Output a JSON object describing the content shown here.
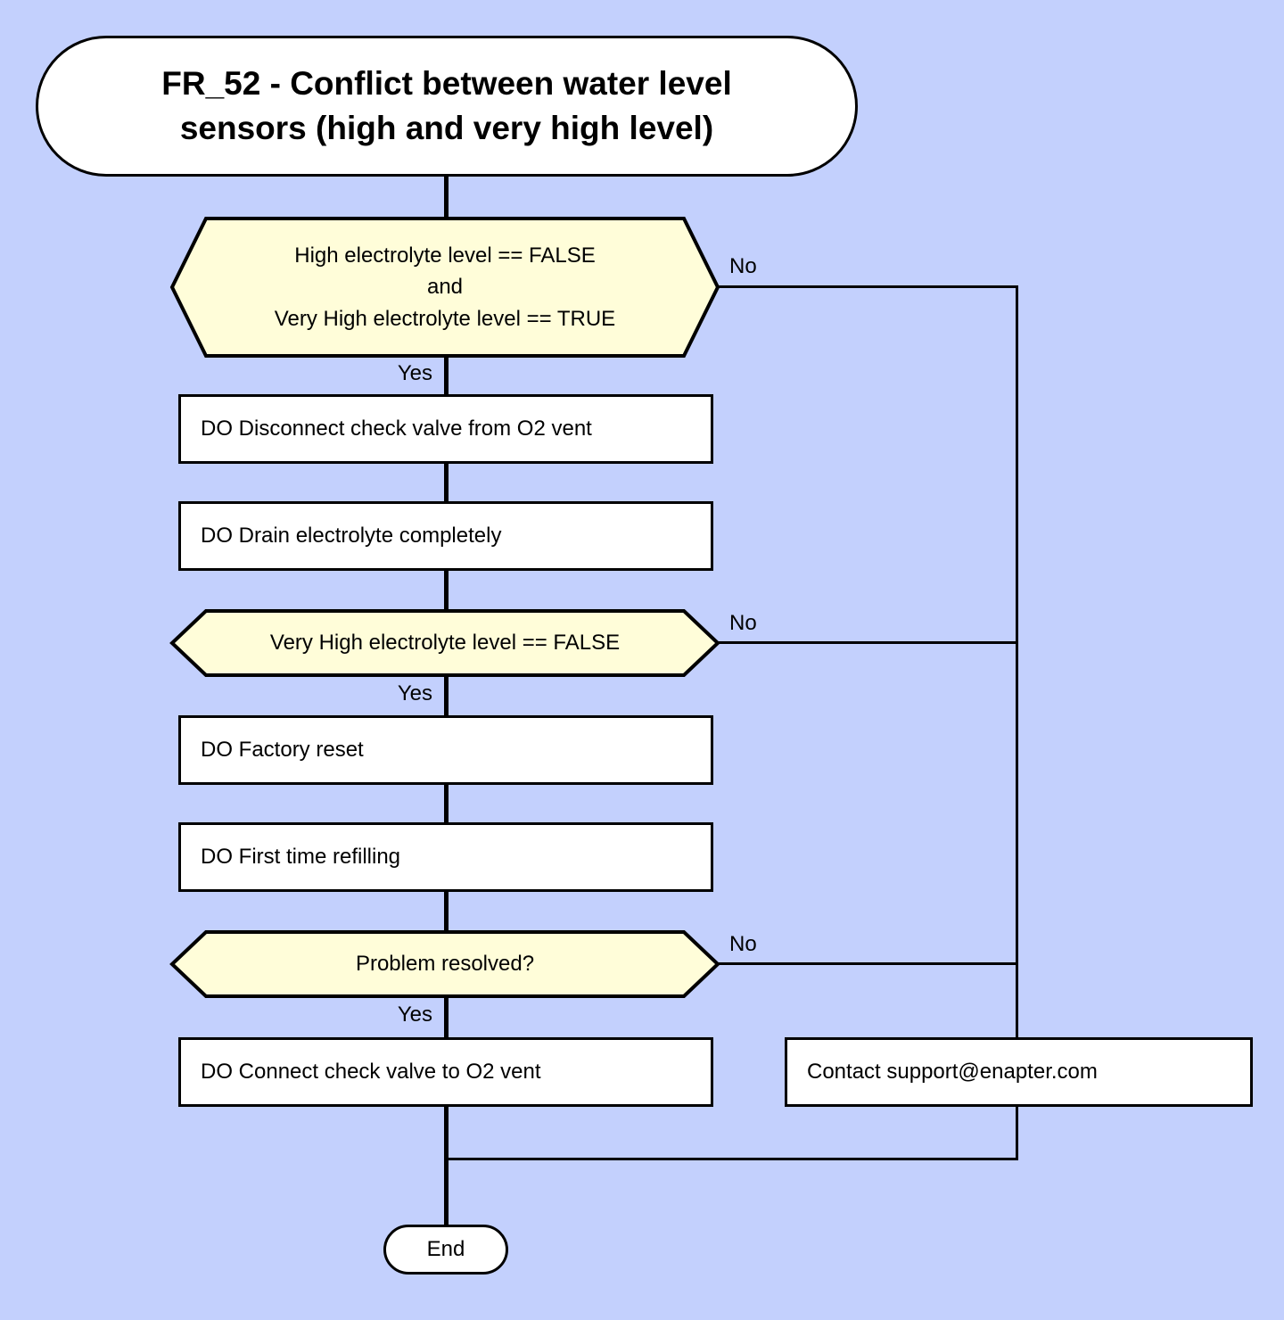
{
  "diagram": {
    "title": "FR_52 - Conflict between water level sensors (high and very high level)",
    "title_line1": "FR_52 - Conflict between water level",
    "title_line2": "sensors (high and very high level)",
    "background_color": "#c3d0fd",
    "decision_fill": "#fffdd9",
    "process_fill": "#ffffff",
    "line_color": "#000000"
  },
  "nodes": {
    "start": {
      "type": "terminator",
      "label": "FR_52 - Conflict between water level sensors (high and very high level)"
    },
    "decision1": {
      "type": "decision",
      "line1": "High electrolyte level == FALSE",
      "line2": "and",
      "line3": "Very High electrolyte level == TRUE",
      "yes_label": "Yes",
      "no_label": "No"
    },
    "process1": {
      "type": "process",
      "label": "DO Disconnect check valve from O2 vent"
    },
    "process2": {
      "type": "process",
      "label": "DO Drain electrolyte completely"
    },
    "decision2": {
      "type": "decision",
      "line1": "Very High electrolyte level == FALSE",
      "yes_label": "Yes",
      "no_label": "No"
    },
    "process3": {
      "type": "process",
      "label": "DO Factory reset"
    },
    "process4": {
      "type": "process",
      "label": "DO First time refilling"
    },
    "decision3": {
      "type": "decision",
      "line1": "Problem resolved?",
      "yes_label": "Yes",
      "no_label": "No"
    },
    "process5": {
      "type": "process",
      "label": "DO Connect check valve to O2 vent"
    },
    "support": {
      "type": "process",
      "label": "Contact support@enapter.com"
    },
    "end": {
      "type": "terminator",
      "label": "End"
    }
  }
}
